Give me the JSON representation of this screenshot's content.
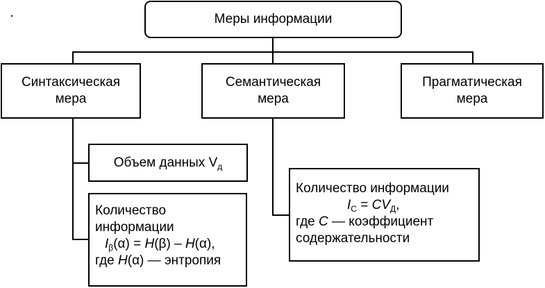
{
  "title": "Меры информации",
  "measures": [
    {
      "label_line1": "Синтаксическая",
      "label_line2": "мера"
    },
    {
      "label_line1": "Семантическая",
      "label_line2": "мера"
    },
    {
      "label_line1": "Прагматическая",
      "label_line2": "мера"
    }
  ],
  "syntactic": {
    "data_volume": {
      "text": "Объем данных V",
      "subscript": "д"
    },
    "info_quantity": {
      "line1": "Количество",
      "line2": "информации",
      "formula": {
        "lhs": "I",
        "lhs_sub": "β",
        "lhs_arg": "(α) = ",
        "h1": "H",
        "h1_arg": "(β) – ",
        "h2": "H",
        "h2_arg": "(α),"
      },
      "line4_prefix": "где ",
      "line4_var": "H",
      "line4_rest": "(α) — энтропия"
    }
  },
  "semantic": {
    "info_quantity": {
      "line1": "Количество информации",
      "formula": {
        "lhs": "I",
        "lhs_sub": "C",
        "eq": " = ",
        "rhs": "CV",
        "rhs_sub": "Д",
        "tail": ","
      },
      "line3_prefix": "где ",
      "line3_var": "C",
      "line3_rest": " — коэффициент",
      "line4": "содержательности"
    }
  }
}
